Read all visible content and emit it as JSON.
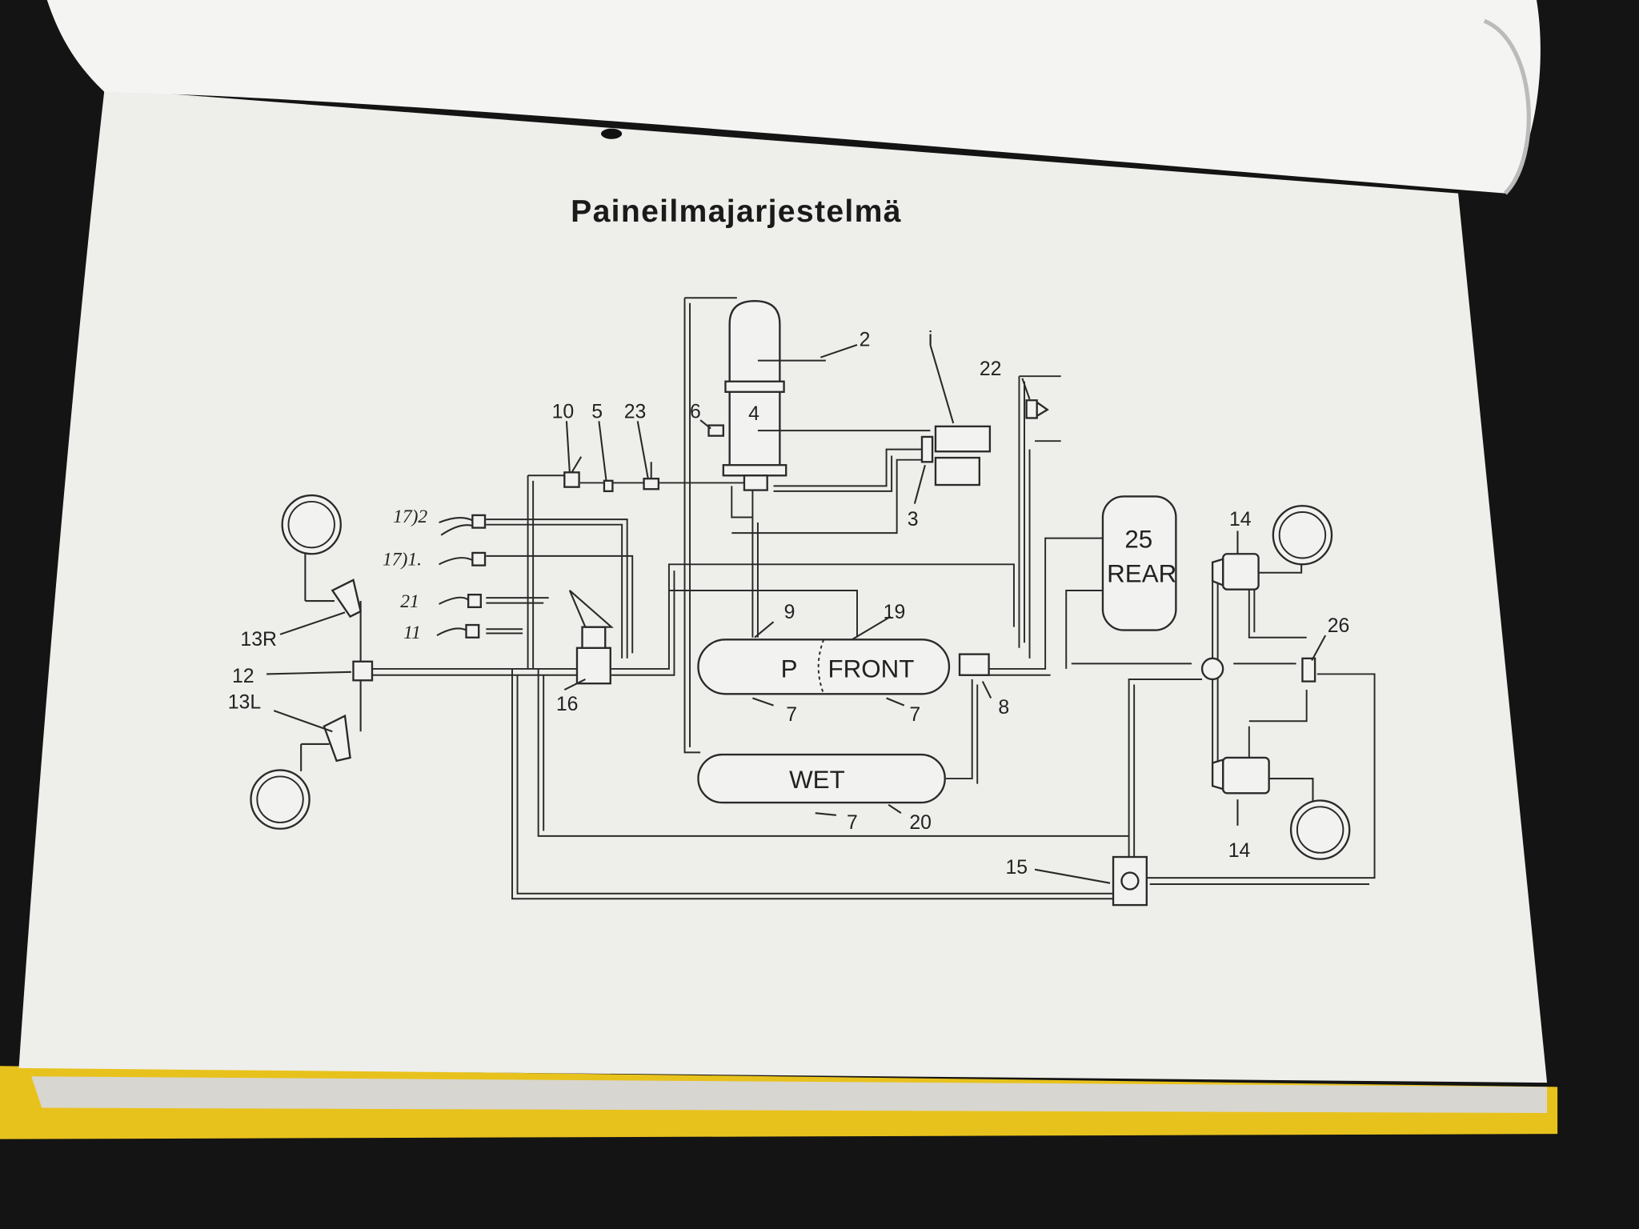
{
  "title": "Paineilmajarjestelmä",
  "diagram": {
    "components": {
      "c1": "i",
      "c2": "2",
      "c3": "3",
      "c4": "4",
      "c5": "5",
      "c6": "6",
      "c7a": "7",
      "c7b": "7",
      "c7c": "7",
      "c8": "8",
      "c9": "9",
      "c10": "10",
      "c11": "11",
      "c12": "12",
      "c13r": "13R",
      "c13l": "13L",
      "c14a": "14",
      "c14b": "14",
      "c15": "15",
      "c16": "16",
      "c17_2": "17)2",
      "c17_1": "17)1.",
      "c19": "19",
      "c20": "20",
      "c21": "21",
      "c22": "22",
      "c23": "23",
      "c25": "25",
      "c26": "26"
    },
    "tanks": {
      "p": "P",
      "front": "FRONT",
      "wet": "WET",
      "rear": "REAR"
    }
  }
}
